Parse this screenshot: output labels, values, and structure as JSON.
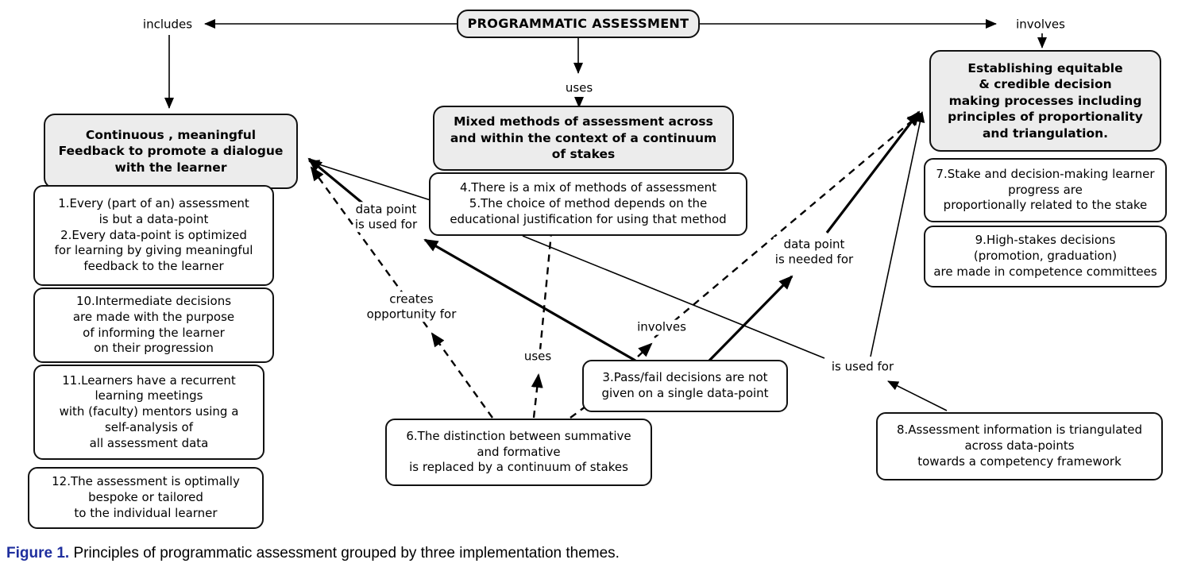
{
  "figure": {
    "caption_prefix": "Figure 1.",
    "caption_text": " Principles of programmatic assessment grouped by three implementation themes.",
    "caption_accent_color": "#1f2f9e"
  },
  "colors": {
    "node_border": "#111111",
    "theme_fill": "#ececec",
    "line_color": "#000000"
  },
  "nodes": {
    "root": {
      "text": "PROGRAMMATIC ASSESSMENT"
    },
    "theme_feedback": {
      "text": "Continuous , meaningful\nFeedback to promote a dialogue\nwith the learner"
    },
    "theme_mixed_methods": {
      "text": "Mixed methods of assessment across\nand within the context of a continuum\nof stakes"
    },
    "theme_decision": {
      "text": "Establishing equitable\n& credible decision\nmaking processes including\nprinciples of proportionality\nand triangulation."
    },
    "principle_1_2": {
      "text": "1.Every (part of an) assessment\nis but a data-point\n2.Every data-point is optimized\nfor learning by giving meaningful\nfeedback to the learner"
    },
    "principle_10": {
      "text": "10.Intermediate decisions\nare made with the purpose\nof informing the learner\non their progression"
    },
    "principle_11": {
      "text": "11.Learners have a recurrent\nlearning meetings\nwith (faculty) mentors using a\nself-analysis of\nall assessment data"
    },
    "principle_12": {
      "text": "12.The assessment is optimally\nbespoke or tailored\nto the individual learner"
    },
    "principle_4_5": {
      "text": "4.There is a mix of methods of assessment\n5.The choice of method depends on the\neducational justification for using that method"
    },
    "principle_3": {
      "text": "3.Pass/fail decisions are not\ngiven on a single data-point"
    },
    "principle_6": {
      "text": "6.The distinction between summative\nand formative\nis replaced by a continuum of stakes"
    },
    "principle_7": {
      "text": "7.Stake and decision-making learner\nprogress are\nproportionally related to the stake"
    },
    "principle_9": {
      "text": "9.High-stakes decisions\n(promotion, graduation)\nare made in competence committees"
    },
    "principle_8": {
      "text": "8.Assessment information is triangulated\nacross data-points\ntowards a competency framework"
    }
  },
  "edge_labels": {
    "includes": "includes",
    "involves_top": "involves",
    "uses_top": "uses",
    "data_point_is_used_for": "data point\nis used for",
    "creates_opportunity_for": "creates\nopportunity for",
    "uses_mid": "uses",
    "involves_mid": "involves",
    "data_point_is_needed_for": "data point\nis needed for",
    "is_used_for": "is used for"
  }
}
